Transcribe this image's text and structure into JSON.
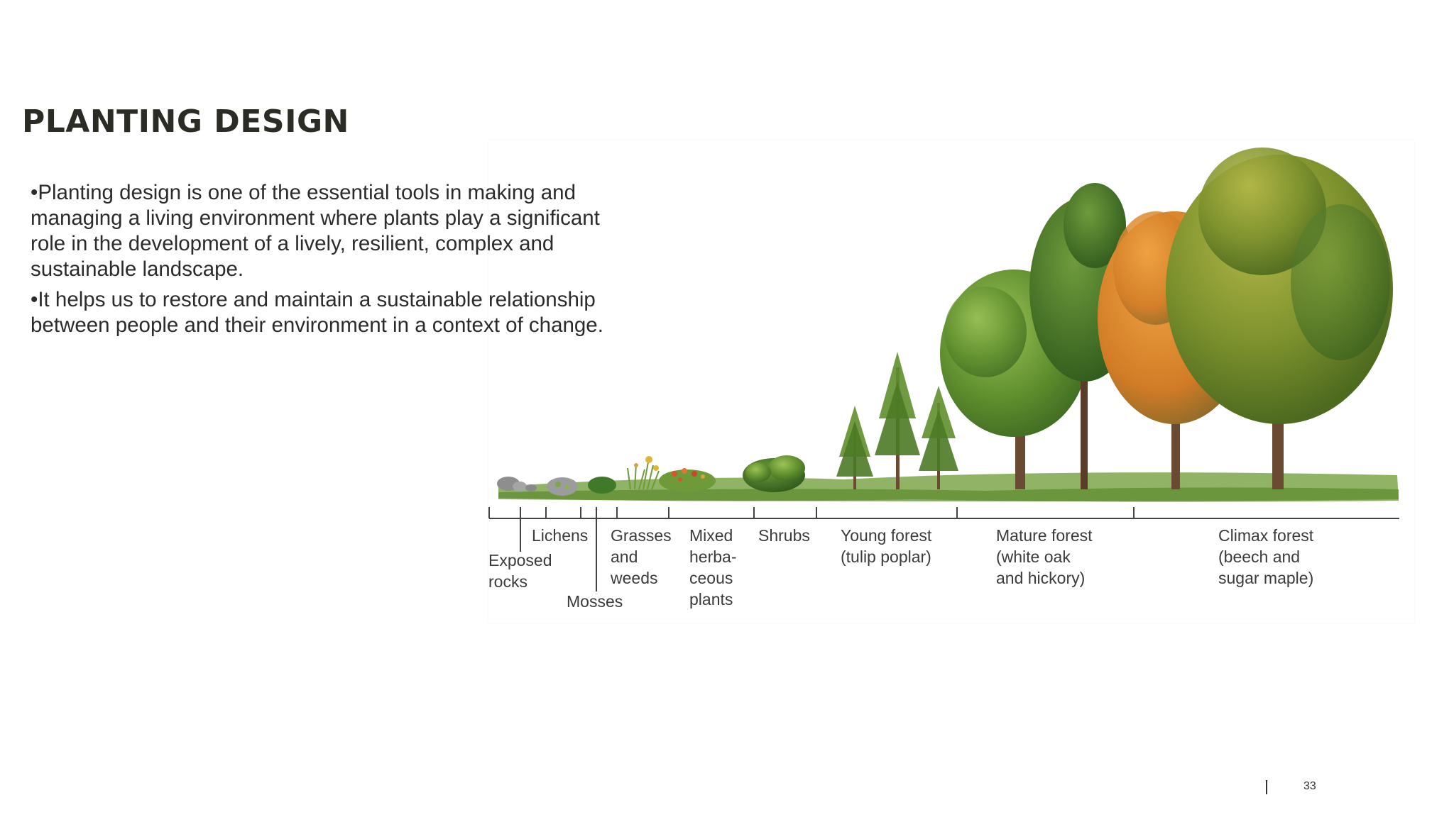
{
  "slide": {
    "title": "PLANTING DESIGN",
    "paragraphs": [
      "•Planting design is one of the essential tools in making and managing a living environment where plants play a significant role in the development of a lively, resilient, complex and sustainable landscape.",
      "•It helps us to restore and maintain a sustainable relationship between people and their environment in a context of change."
    ],
    "page_number": "33"
  },
  "figure": {
    "stages": [
      {
        "id": "exposed-rocks",
        "label": "Exposed\nrocks"
      },
      {
        "id": "lichens",
        "label": "Lichens"
      },
      {
        "id": "mosses",
        "label": "Mosses"
      },
      {
        "id": "grasses-and-weeds",
        "label": "Grasses\nand\nweeds"
      },
      {
        "id": "mixed-herbaceous-plants",
        "label": "Mixed\nherba-\nceous\nplants"
      },
      {
        "id": "shrubs",
        "label": "Shrubs"
      },
      {
        "id": "young-forest",
        "label": "Young forest\n(tulip poplar)"
      },
      {
        "id": "mature-forest",
        "label": "Mature forest\n(white oak\nand hickory)"
      },
      {
        "id": "climax-forest",
        "label": "Climax forest\n(beech and\nsugar maple)"
      }
    ],
    "colors": {
      "ground": "#6f9a3c",
      "foliage_dark": "#3f6b22",
      "foliage_mid": "#5f8f2e",
      "foliage_light": "#8fb44a",
      "autumn_orange": "#d9842a",
      "trunk": "#6b4a33",
      "rock": "#9a9a9a"
    }
  }
}
